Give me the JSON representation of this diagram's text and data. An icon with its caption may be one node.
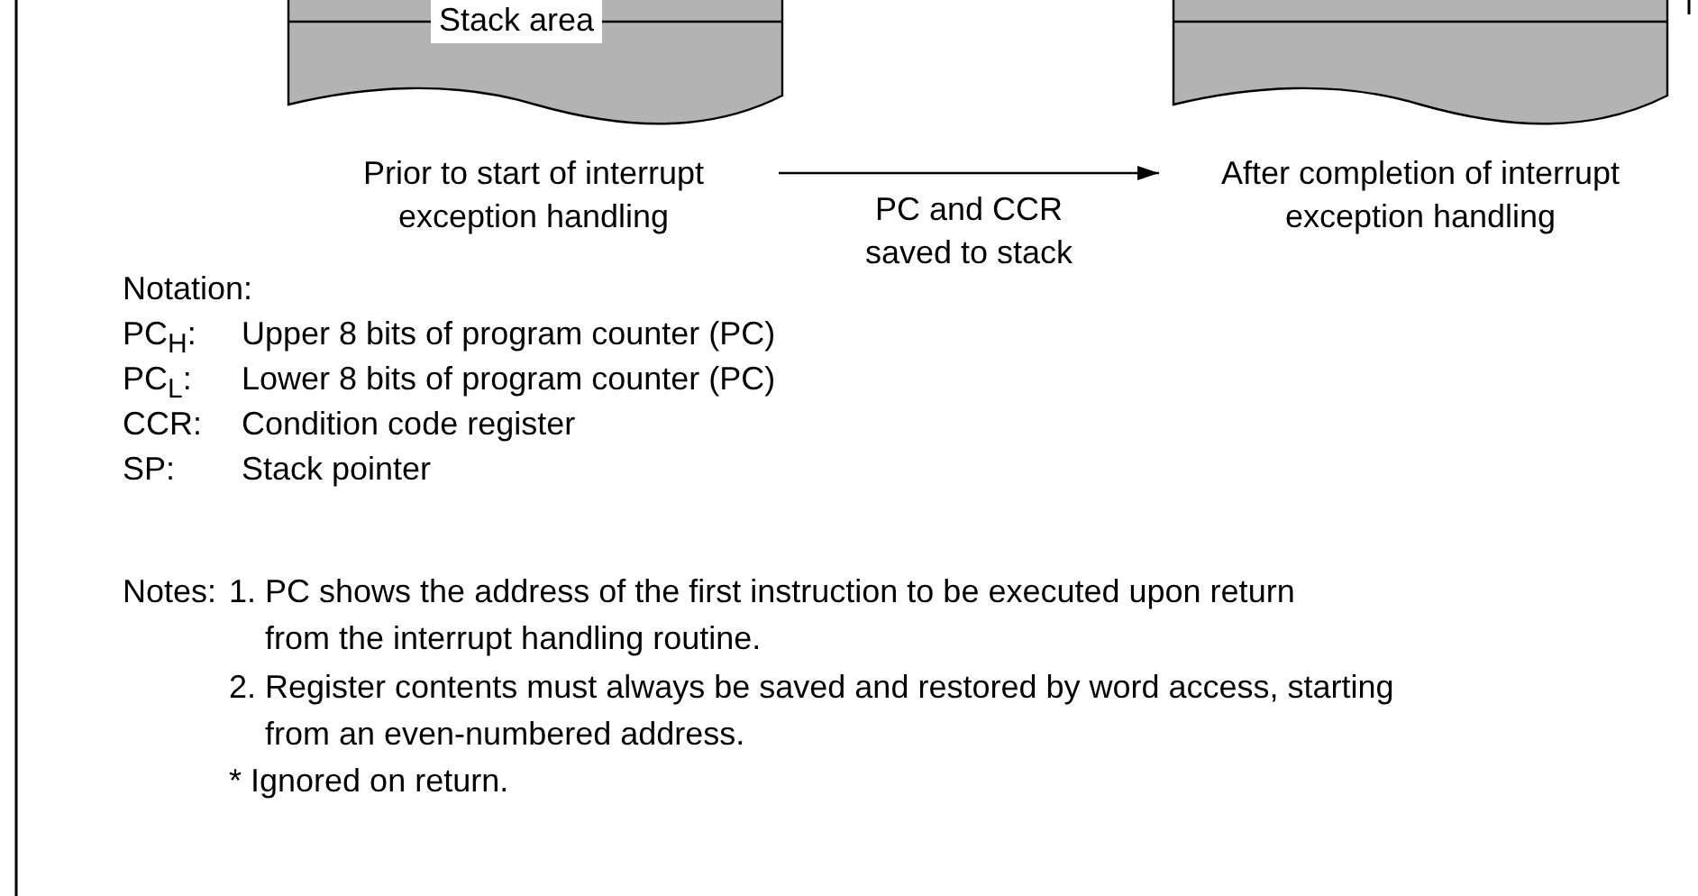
{
  "diagram": {
    "nodes": [
      {
        "text": [
          "Stack area"
        ]
      },
      {
        "text": [
          "Prior to start of interrupt exception handling"
        ]
      },
      {
        "text": [],
        "shape": "box"
      },
      {
        "text": [
          "After completion of interrupt exception handling"
        ]
      }
    ],
    "edges": [
      {
        "from": 1,
        "to": 3,
        "arrow": "to",
        "label": "PC and CCR saved to stack"
      }
    ],
    "labels": [
      "Notation:",
      "PC$_{H}$:",
      "Upper 8 bits of program counter (PC)",
      "PC$_{L}$:",
      "Lower 8 bits of program counter (PC)",
      "CCR:",
      "Condition code register",
      "SP:",
      "Stack pointer",
      "Notes:",
      "1. PC shows the address of the first instruction to be executed upon return from the interrupt handling routine.",
      "2. Register contents must always be saved and restored by word access, starting from an even-numbered address.",
      "* Ignored on return."
    ]
  }
}
